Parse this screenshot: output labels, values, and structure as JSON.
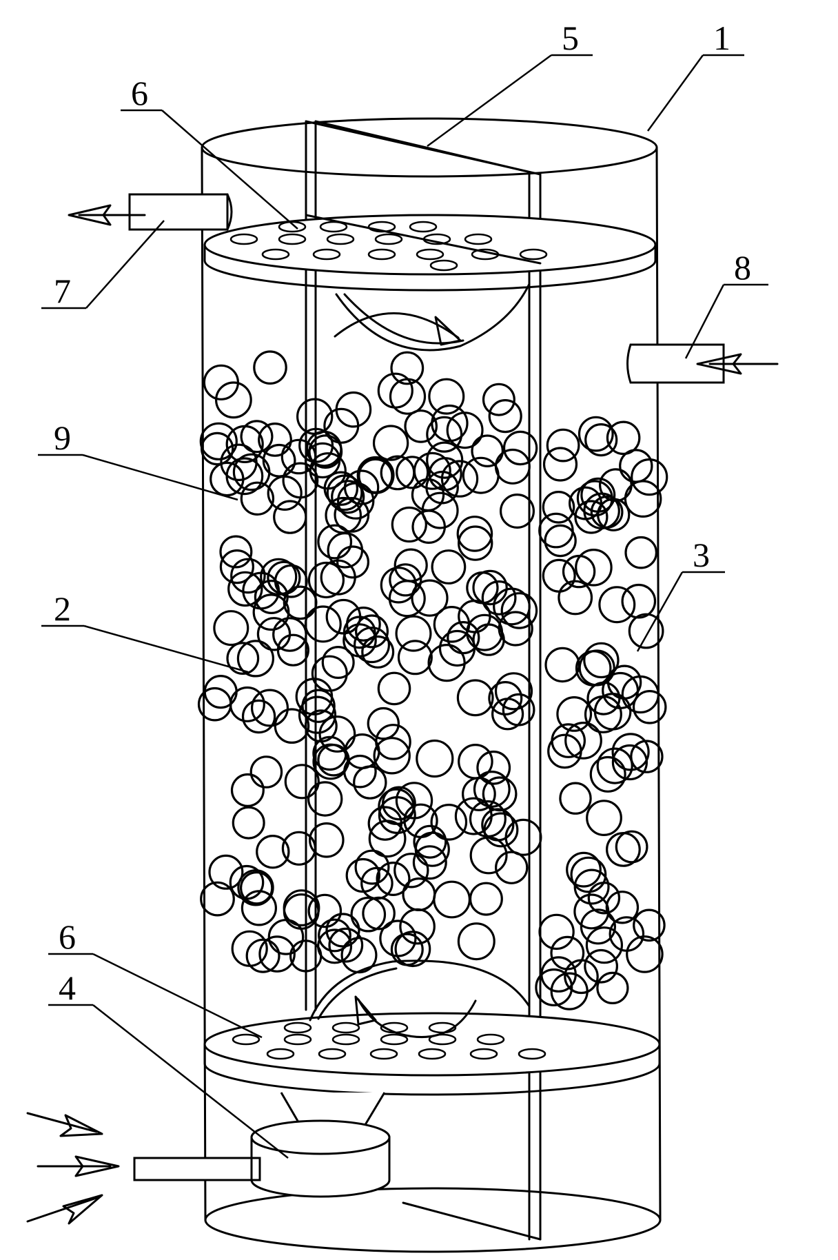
{
  "labels": {
    "l1": "1",
    "l2": "2",
    "l3": "3",
    "l4": "4",
    "l5": "5",
    "l6_top": "6",
    "l6_bottom": "6",
    "l7": "7",
    "l8": "8",
    "l9": "9"
  }
}
